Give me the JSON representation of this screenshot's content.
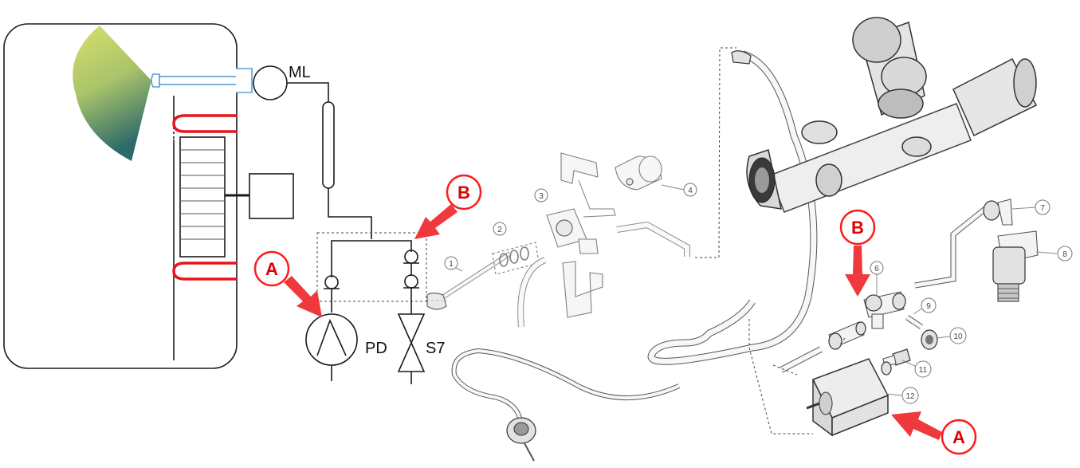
{
  "schematic_labels": {
    "valve": "ML",
    "pump": "PD",
    "solenoid": "S7"
  },
  "callouts": {
    "schematic_a": "A",
    "schematic_b": "B",
    "exploded_a": "A",
    "exploded_b": "B"
  },
  "part_numbers": [
    "1",
    "2",
    "3",
    "4",
    "6",
    "7",
    "8",
    "9",
    "10",
    "11",
    "12"
  ],
  "colors": {
    "callout_red": "#ff1a1a",
    "arrow_red": "#f0393c",
    "heater_red": "#e8141c",
    "nozzle_blue": "#5aa0d8"
  }
}
